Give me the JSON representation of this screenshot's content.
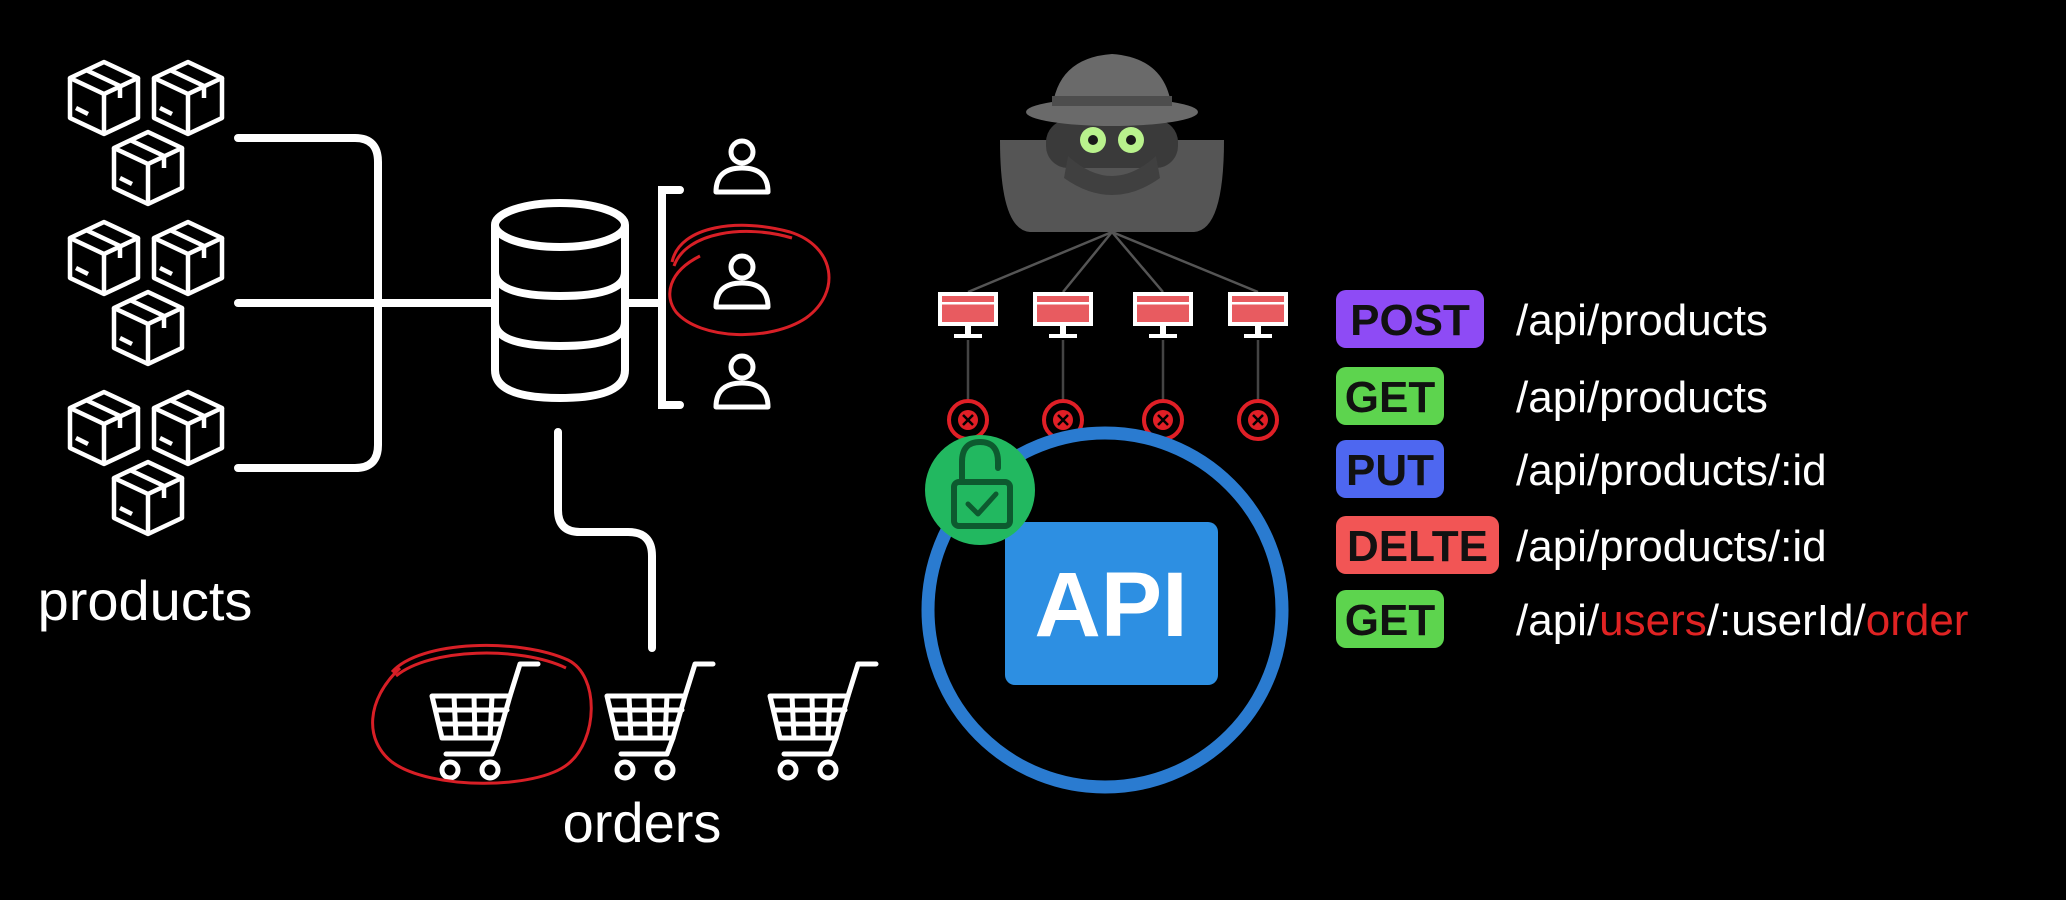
{
  "labels": {
    "products": "products",
    "orders": "orders",
    "api": "API"
  },
  "endpoints": [
    {
      "method": "POST",
      "color": "#8e4bf5",
      "parts": [
        {
          "text": "/api/products",
          "highlight": false
        }
      ]
    },
    {
      "method": "GET",
      "color": "#5dd44e",
      "parts": [
        {
          "text": "/api/products",
          "highlight": false
        }
      ]
    },
    {
      "method": "PUT",
      "color": "#4e67f0",
      "parts": [
        {
          "text": "/api/products/:id",
          "highlight": false
        }
      ]
    },
    {
      "method": "DELTE",
      "color": "#f25555",
      "parts": [
        {
          "text": "/api/products/:id",
          "highlight": false
        }
      ]
    },
    {
      "method": "GET",
      "color": "#5dd44e",
      "parts": [
        {
          "text": "/api/",
          "highlight": false
        },
        {
          "text": "users",
          "highlight": true
        },
        {
          "text": "/:userId/",
          "highlight": false
        },
        {
          "text": "order",
          "highlight": true
        }
      ]
    }
  ],
  "colors": {
    "line": "#ffffff",
    "annotation": "#d81f26",
    "api_box": "#2d8fe2",
    "api_ring": "#2a7bd0",
    "lock": "#22b860",
    "monitor": "#e85b60",
    "blocked": "#e01f26",
    "hacker": "#5a5a5a",
    "hacker_eyes": "#b9f28d",
    "highlight_text": "#e02323"
  }
}
